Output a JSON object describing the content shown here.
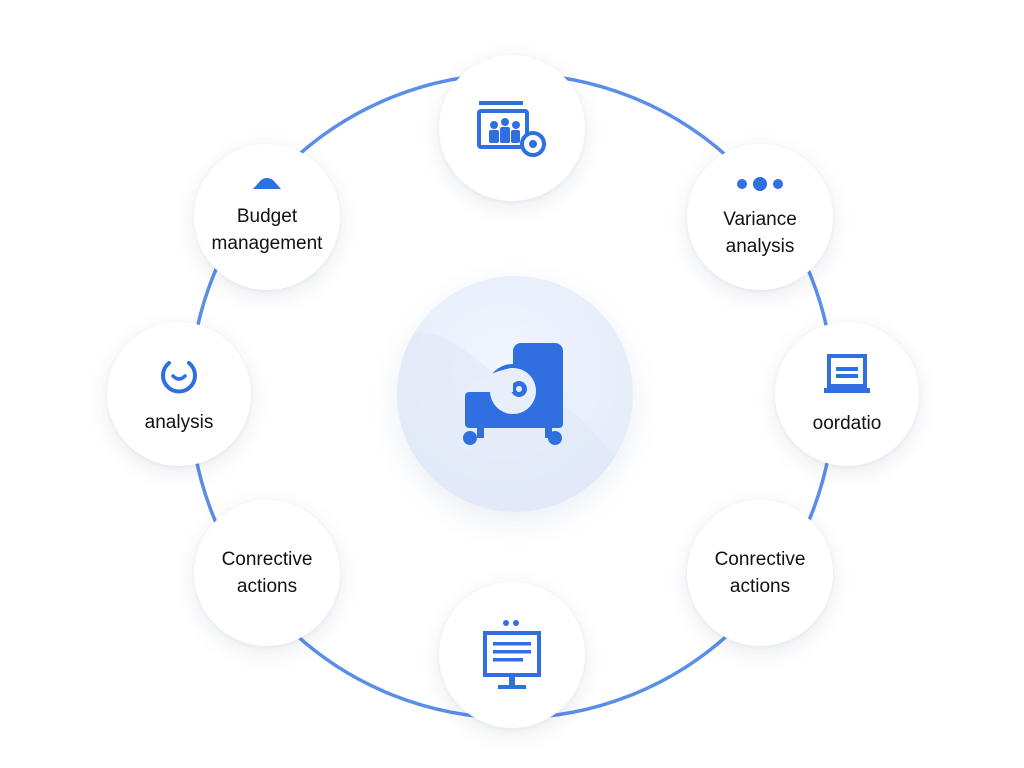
{
  "diagram": {
    "accent_color": "#2f6fe0",
    "ring_color": "#5b8ee8",
    "hub": {
      "icon": "desk-chair-disc-icon"
    },
    "nodes": [
      {
        "id": "top",
        "icon": "team-dashboard-gear-icon",
        "label": ""
      },
      {
        "id": "top-right",
        "icon": "three-dots-icon",
        "label": "Variance\nanalysis"
      },
      {
        "id": "right",
        "icon": "laptop-document-icon",
        "label": "oordatio"
      },
      {
        "id": "bottom-right",
        "icon": "",
        "label": "Conrective\nactions"
      },
      {
        "id": "bottom",
        "icon": "monitor-report-icon",
        "label": ""
      },
      {
        "id": "bottom-left",
        "icon": "",
        "label": "Conrective\nactions"
      },
      {
        "id": "left",
        "icon": "refresh-smile-icon",
        "label": "analysis"
      },
      {
        "id": "top-left",
        "icon": "triangle-up-icon",
        "label": "Budget\nmanagement"
      }
    ]
  }
}
